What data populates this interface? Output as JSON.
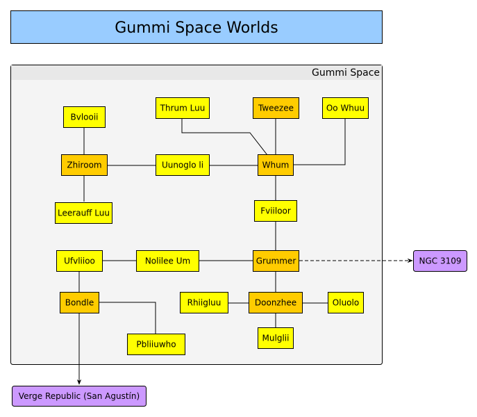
{
  "title": "Gummi Space Worlds",
  "colors": {
    "title_fill": "#99ccff",
    "cluster_fill": "#f4f4f4",
    "cluster_header": "#e8e8e8",
    "world": "#ffff00",
    "hub": "#ffcc00",
    "external": "#cc99ff"
  },
  "cluster": {
    "label": "Gummi Space"
  },
  "nodes": [
    {
      "id": "bvlooii",
      "label": "Bvlooii",
      "kind": "world"
    },
    {
      "id": "thrum-luu",
      "label": "Thrum Luu",
      "kind": "world"
    },
    {
      "id": "tweezee",
      "label": "Tweezee",
      "kind": "hub"
    },
    {
      "id": "oo-whuu",
      "label": "Oo Whuu",
      "kind": "world"
    },
    {
      "id": "zhiroom",
      "label": "Zhiroom",
      "kind": "hub"
    },
    {
      "id": "uunoglo-li",
      "label": "Uunoglo li",
      "kind": "world"
    },
    {
      "id": "whum",
      "label": "Whum",
      "kind": "hub"
    },
    {
      "id": "leerauff-luu",
      "label": "Leerauff Luu",
      "kind": "world"
    },
    {
      "id": "fviiloor",
      "label": "Fviiloor",
      "kind": "world"
    },
    {
      "id": "ufvliioo",
      "label": "Ufvliioo",
      "kind": "world"
    },
    {
      "id": "nolilee-um",
      "label": "Nolilee Um",
      "kind": "world"
    },
    {
      "id": "grummer",
      "label": "Grummer",
      "kind": "hub"
    },
    {
      "id": "bondle",
      "label": "Bondle",
      "kind": "hub"
    },
    {
      "id": "rhiigluu",
      "label": "Rhiigluu",
      "kind": "world"
    },
    {
      "id": "doonzhee",
      "label": "Doonzhee",
      "kind": "hub"
    },
    {
      "id": "oluolo",
      "label": "Oluolo",
      "kind": "world"
    },
    {
      "id": "pbliiuwho",
      "label": "Pbliiuwho",
      "kind": "world"
    },
    {
      "id": "mulglii",
      "label": "Mulglii",
      "kind": "world"
    },
    {
      "id": "ngc-3109",
      "label": "NGC 3109",
      "kind": "external"
    },
    {
      "id": "verge-republic",
      "label": "Verge Republic (San Agustín)",
      "kind": "external"
    }
  ],
  "edges": [
    {
      "from": "bvlooii",
      "to": "zhiroom",
      "style": "solid"
    },
    {
      "from": "zhiroom",
      "to": "leerauff-luu",
      "style": "solid"
    },
    {
      "from": "zhiroom",
      "to": "uunoglo-li",
      "style": "solid"
    },
    {
      "from": "uunoglo-li",
      "to": "whum",
      "style": "solid"
    },
    {
      "from": "thrum-luu",
      "to": "whum",
      "style": "solid"
    },
    {
      "from": "tweezee",
      "to": "whum",
      "style": "solid"
    },
    {
      "from": "oo-whuu",
      "to": "whum",
      "style": "solid"
    },
    {
      "from": "whum",
      "to": "fviiloor",
      "style": "solid"
    },
    {
      "from": "fviiloor",
      "to": "grummer",
      "style": "solid"
    },
    {
      "from": "ufvliioo",
      "to": "nolilee-um",
      "style": "solid"
    },
    {
      "from": "nolilee-um",
      "to": "grummer",
      "style": "solid"
    },
    {
      "from": "ufvliioo",
      "to": "bondle",
      "style": "solid"
    },
    {
      "from": "bondle",
      "to": "pbliiuwho",
      "style": "solid"
    },
    {
      "from": "grummer",
      "to": "doonzhee",
      "style": "solid"
    },
    {
      "from": "rhiigluu",
      "to": "doonzhee",
      "style": "solid"
    },
    {
      "from": "doonzhee",
      "to": "oluolo",
      "style": "solid"
    },
    {
      "from": "doonzhee",
      "to": "mulglii",
      "style": "solid"
    },
    {
      "from": "grummer",
      "to": "ngc-3109",
      "style": "dashed-arrow"
    },
    {
      "from": "bondle",
      "to": "verge-republic",
      "style": "solid-arrow"
    }
  ]
}
